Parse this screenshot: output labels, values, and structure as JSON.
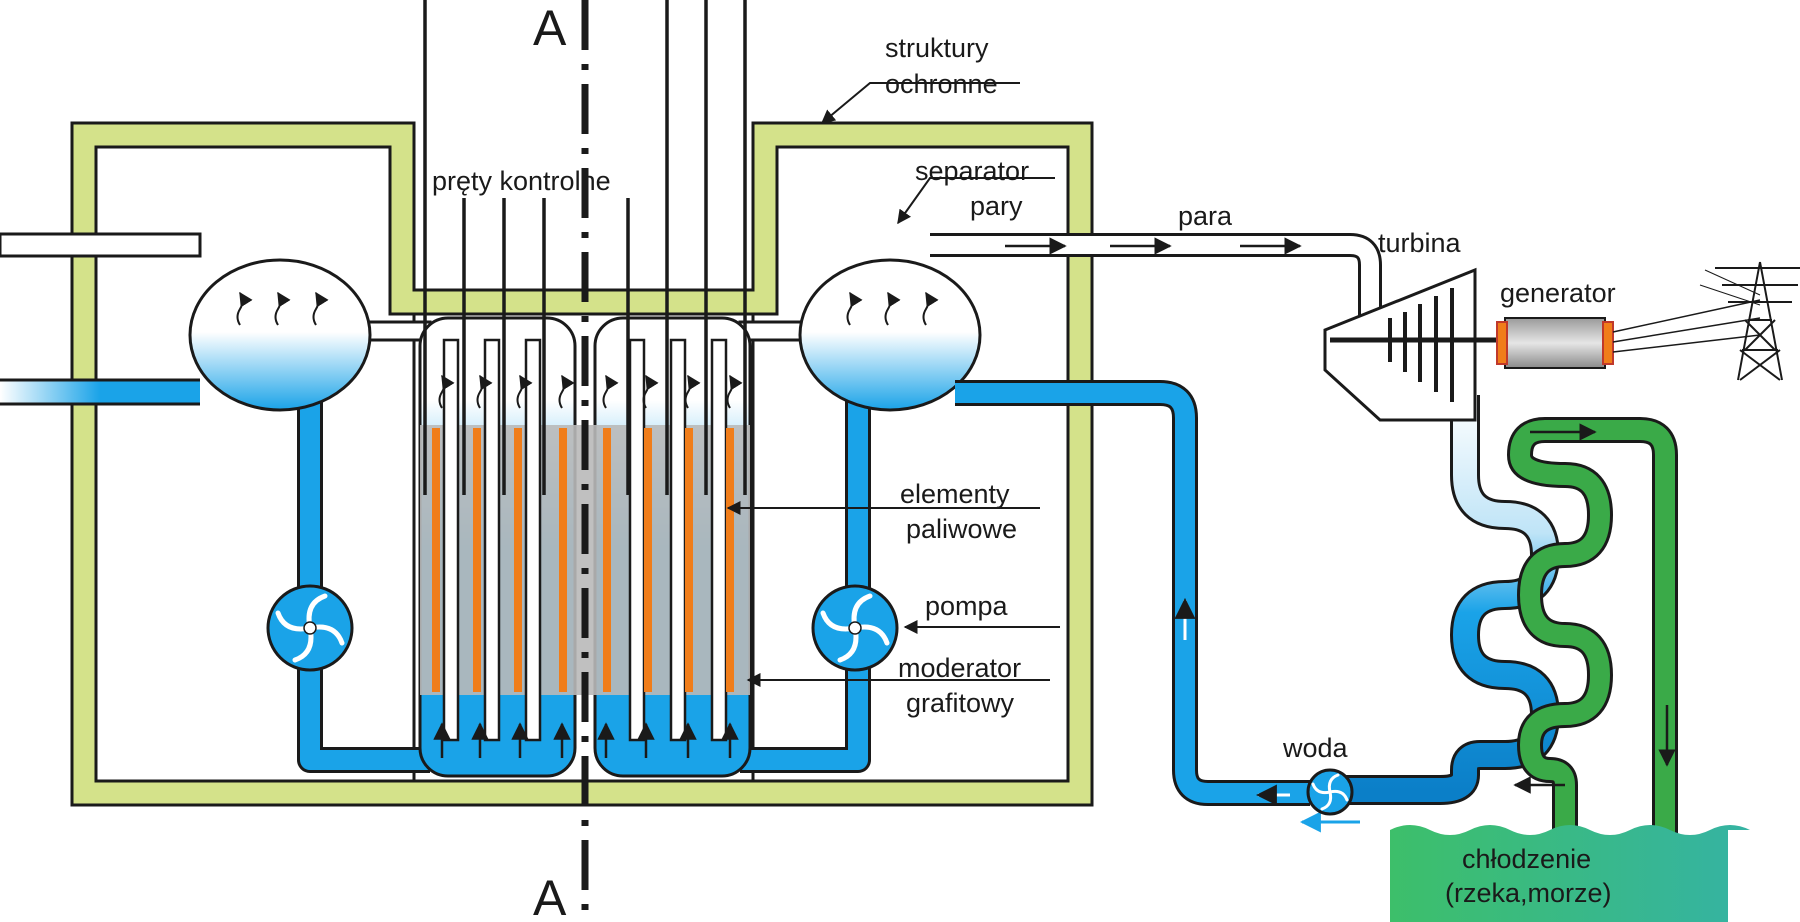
{
  "labels": {
    "section_top": "A",
    "section_bottom": "A",
    "protective_structures_line1": "struktury",
    "protective_structures_line2": "ochronne",
    "control_rods": "pręty kontrolne",
    "steam_separator_line1": "separator",
    "steam_separator_line2": "pary",
    "steam": "para",
    "turbine": "turbina",
    "generator": "generator",
    "fuel_elements_line1": "elementy",
    "fuel_elements_line2": "paliwowe",
    "pump": "pompa",
    "moderator_line1": "moderator",
    "moderator_line2": "grafitowy",
    "water": "woda",
    "cooling_line1": "chłodzenie",
    "cooling_line2": "(rzeka,morze)"
  },
  "colors": {
    "containment": "#d4e28a",
    "water": "#1aa3e8",
    "water_dark": "#0b7fc8",
    "cooling_loop": "#3aaa48",
    "cooling_pool": "#3dbf8c",
    "graphite": "#b9b9b9",
    "fuel": "#f07d1a",
    "outline": "#1a1a1a"
  }
}
